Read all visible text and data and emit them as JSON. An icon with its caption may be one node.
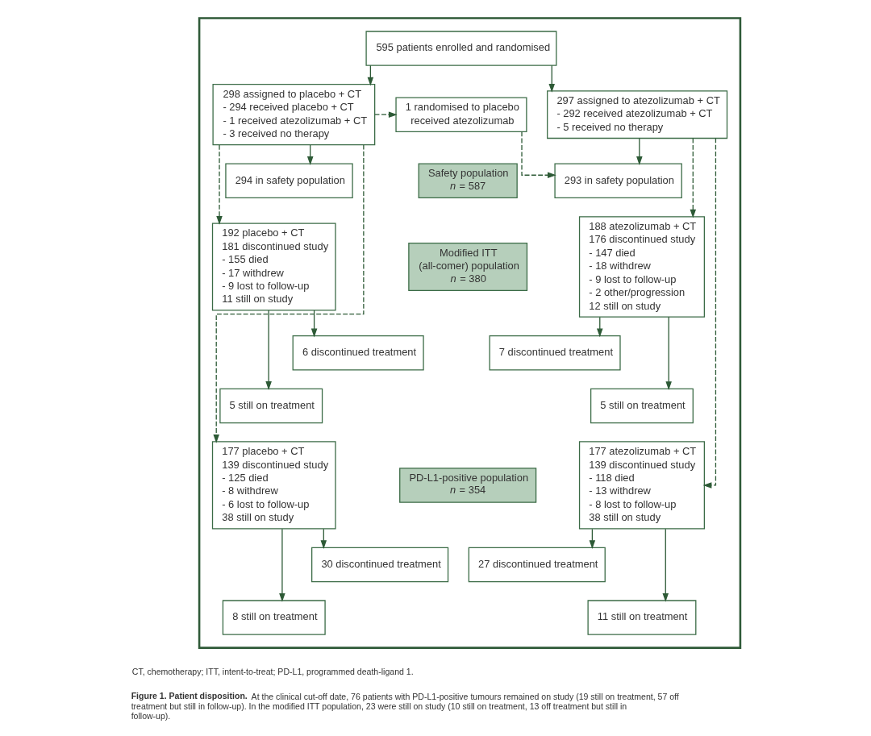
{
  "diagram": {
    "caption": "**Figure 1. Patient disposition.** At the clinical cut-off date, 76 patients with PD-L1-positive tumours remained on study (19 still on treatment, 57 off treatment but still in follow-up). In the modified ITT population, 23 were still on study (10 still on treatment, 13 off treatment but still in follow-up).",
    "nodes": [
      {
        "text": [],
        "shape": "box"
      },
      {
        "text": [
          "595 patients enrolled and randomised"
        ],
        "in": 0
      },
      {
        "text": [
          "298 assigned to placebo + CT",
          "- 294 received placebo + CT",
          "- 1 received atezolizumab + CT",
          "- 3 received no therapy"
        ],
        "in": 0
      },
      {
        "text": [
          "1 randomised to placebo received atezolizumab"
        ],
        "in": 0
      },
      {
        "text": [
          "297 assigned to atezolizumab + CT",
          "- 292 received atezolizumab + CT",
          "- 5 received no therapy"
        ],
        "in": 0
      },
      {
        "text": [
          "294 in safety population"
        ],
        "in": 0
      },
      {
        "text": [
          "Safety population",
          "*n* = 587"
        ],
        "in": 0
      },
      {
        "text": [
          "293 in safety population"
        ],
        "in": 0
      },
      {
        "text": [
          "192 placebo + CT",
          "181 discontinued study",
          "- 155 died",
          "- 17 withdrew",
          "- 9 lost to follow-up",
          "11 still on study"
        ],
        "in": 0
      },
      {
        "text": [
          "Modified ITT (all-comer) population",
          "*n* = 380"
        ],
        "in": 0
      },
      {
        "text": [
          "188 atezolizumab + CT",
          "176 discontinued study",
          "- 147 died",
          "- 18 withdrew",
          "- 9 lost to follow-up",
          "- 2 other/progression",
          "12 still on study"
        ],
        "in": 0
      },
      {
        "text": [
          "6 discontinued treatment"
        ],
        "in": 0
      },
      {
        "text": [
          "7 discontinued treatment"
        ],
        "in": 0
      },
      {
        "text": [
          "5 still on treatment"
        ],
        "in": 0
      },
      {
        "text": [
          "5 still on treatment"
        ],
        "in": 0
      },
      {
        "text": [
          "177 placebo + CT",
          "139 discontinued study",
          "- 125 died",
          "- 8 withdrew",
          "- 6 lost to follow-up",
          "38 still on study"
        ],
        "in": 0
      },
      {
        "text": [
          "PD-L1-positive population",
          "*n* = 354"
        ],
        "in": 0
      },
      {
        "text": [
          "177 atezolizumab + CT",
          "139 discontinued study",
          "- 118 died",
          "- 13 withdrew",
          "- 8 lost to follow-up",
          "38 still on study"
        ],
        "in": 0
      },
      {
        "text": [
          "30 discontinued treatment"
        ],
        "in": 0
      },
      {
        "text": [
          "27 discontinued treatment"
        ],
        "in": 0
      },
      {
        "text": [
          "8 still on treatment"
        ],
        "in": 0
      },
      {
        "text": [
          "11 still on treatment"
        ],
        "in": 0
      }
    ],
    "edges": [
      {
        "from": 1,
        "to": 2,
        "arrow": "to"
      },
      {
        "from": 1,
        "to": 4,
        "arrow": "to"
      },
      {
        "from": 2,
        "to": 3,
        "arrow": "to",
        "style": "dashed"
      },
      {
        "from": 3,
        "to": 7,
        "arrow": "to",
        "style": "dashed"
      },
      {
        "from": 2,
        "to": 5,
        "arrow": "to"
      },
      {
        "from": 4,
        "to": 7,
        "arrow": "to"
      },
      {
        "from": 2,
        "to": 8,
        "arrow": "to",
        "style": "dashed"
      },
      {
        "from": 2,
        "to": 15,
        "arrow": "to",
        "style": "dashed"
      },
      {
        "from": 4,
        "to": 10,
        "arrow": "to",
        "style": "dashed"
      },
      {
        "from": 4,
        "to": 17,
        "arrow": "to",
        "style": "dashed"
      },
      {
        "from": 8,
        "to": 11,
        "arrow": "to"
      },
      {
        "from": 8,
        "to": 13,
        "arrow": "to"
      },
      {
        "from": 10,
        "to": 12,
        "arrow": "to"
      },
      {
        "from": 10,
        "to": 14,
        "arrow": "to"
      },
      {
        "from": 15,
        "to": 18,
        "arrow": "to"
      },
      {
        "from": 15,
        "to": 20,
        "arrow": "to"
      },
      {
        "from": 17,
        "to": 19,
        "arrow": "to"
      },
      {
        "from": 17,
        "to": 21,
        "arrow": "to"
      }
    ],
    "labels": [
      "CT, chemotherapy; ITT, intent-to-treat; PD-L1, programmed death-ligand 1."
    ]
  }
}
